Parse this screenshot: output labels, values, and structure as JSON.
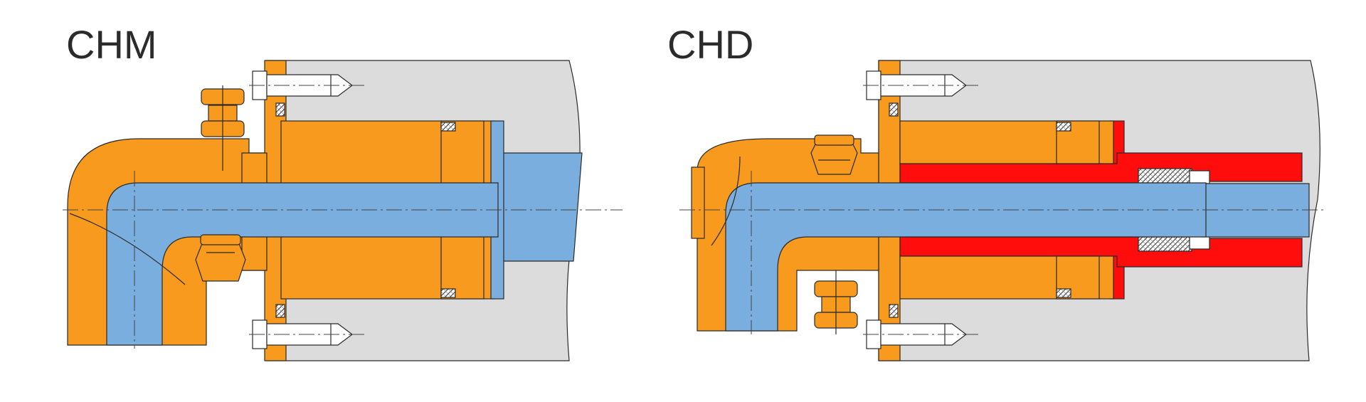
{
  "diagrams": [
    {
      "id": "left",
      "title": "CHM"
    },
    {
      "id": "right",
      "title": "CHD"
    }
  ],
  "colors": {
    "housing": "#f79a1e",
    "flow": "#7aaedf",
    "machine": "#dcdcdc",
    "tube": "#ff0c0c",
    "bolt": "#ffffff",
    "outline": "#2a2a2a"
  }
}
